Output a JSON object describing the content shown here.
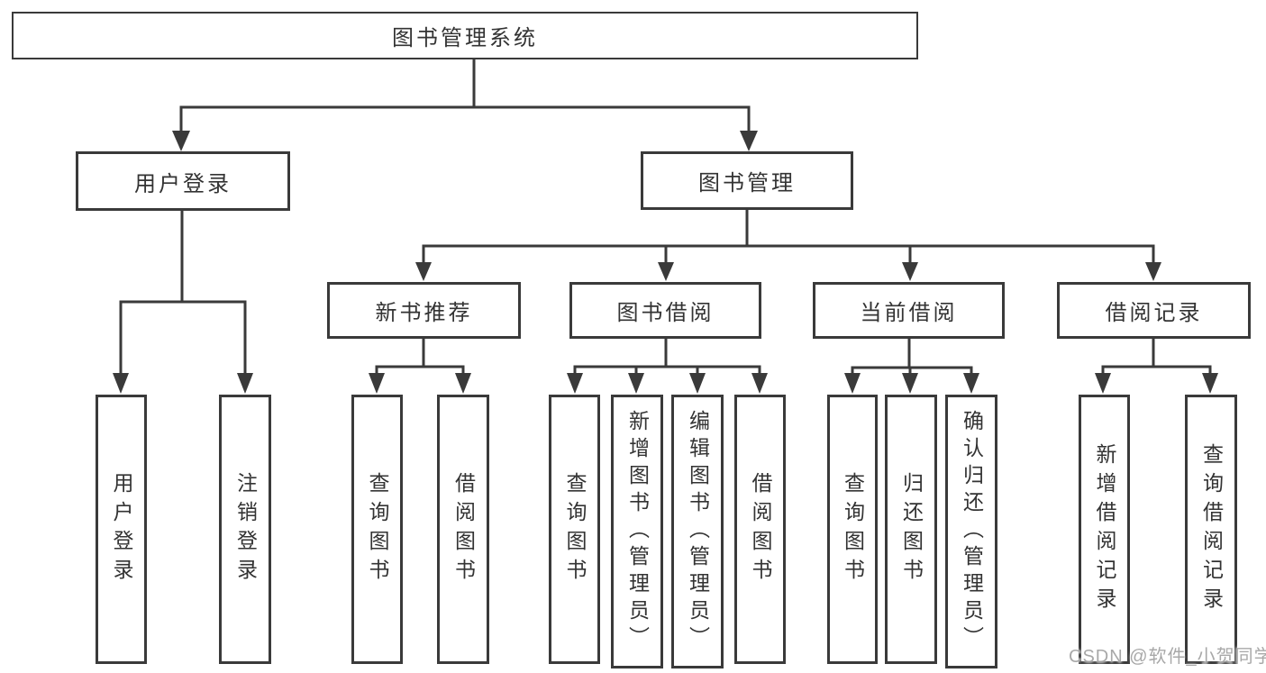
{
  "diagram": {
    "root": {
      "label": "图书管理系统"
    },
    "branches": {
      "user_login": {
        "label": "用户登录",
        "children": [
          {
            "label": "用户登录"
          },
          {
            "label": "注销登录"
          }
        ]
      },
      "book_management": {
        "label": "图书管理",
        "sections": [
          {
            "label": "新书推荐",
            "children": [
              {
                "label": "查询图书"
              },
              {
                "label": "借阅图书"
              }
            ]
          },
          {
            "label": "图书借阅",
            "children": [
              {
                "label": "查询图书"
              },
              {
                "label": "新增图书（管理员）"
              },
              {
                "label": "编辑图书（管理员）"
              },
              {
                "label": "借阅图书"
              }
            ]
          },
          {
            "label": "当前借阅",
            "children": [
              {
                "label": "查询图书"
              },
              {
                "label": "归还图书"
              },
              {
                "label": "确认归还（管理员）"
              }
            ]
          },
          {
            "label": "借阅记录",
            "children": [
              {
                "label": "新增借阅记录"
              },
              {
                "label": "查询借阅记录"
              }
            ]
          }
        ]
      }
    }
  },
  "watermark": {
    "text": "CSDN @软件_小贺同学"
  },
  "colors": {
    "line": "#3a3a3a",
    "box_border": "#3a3a3a",
    "text": "#333333",
    "background": "#ffffff",
    "watermark": "#9e9e9e"
  }
}
